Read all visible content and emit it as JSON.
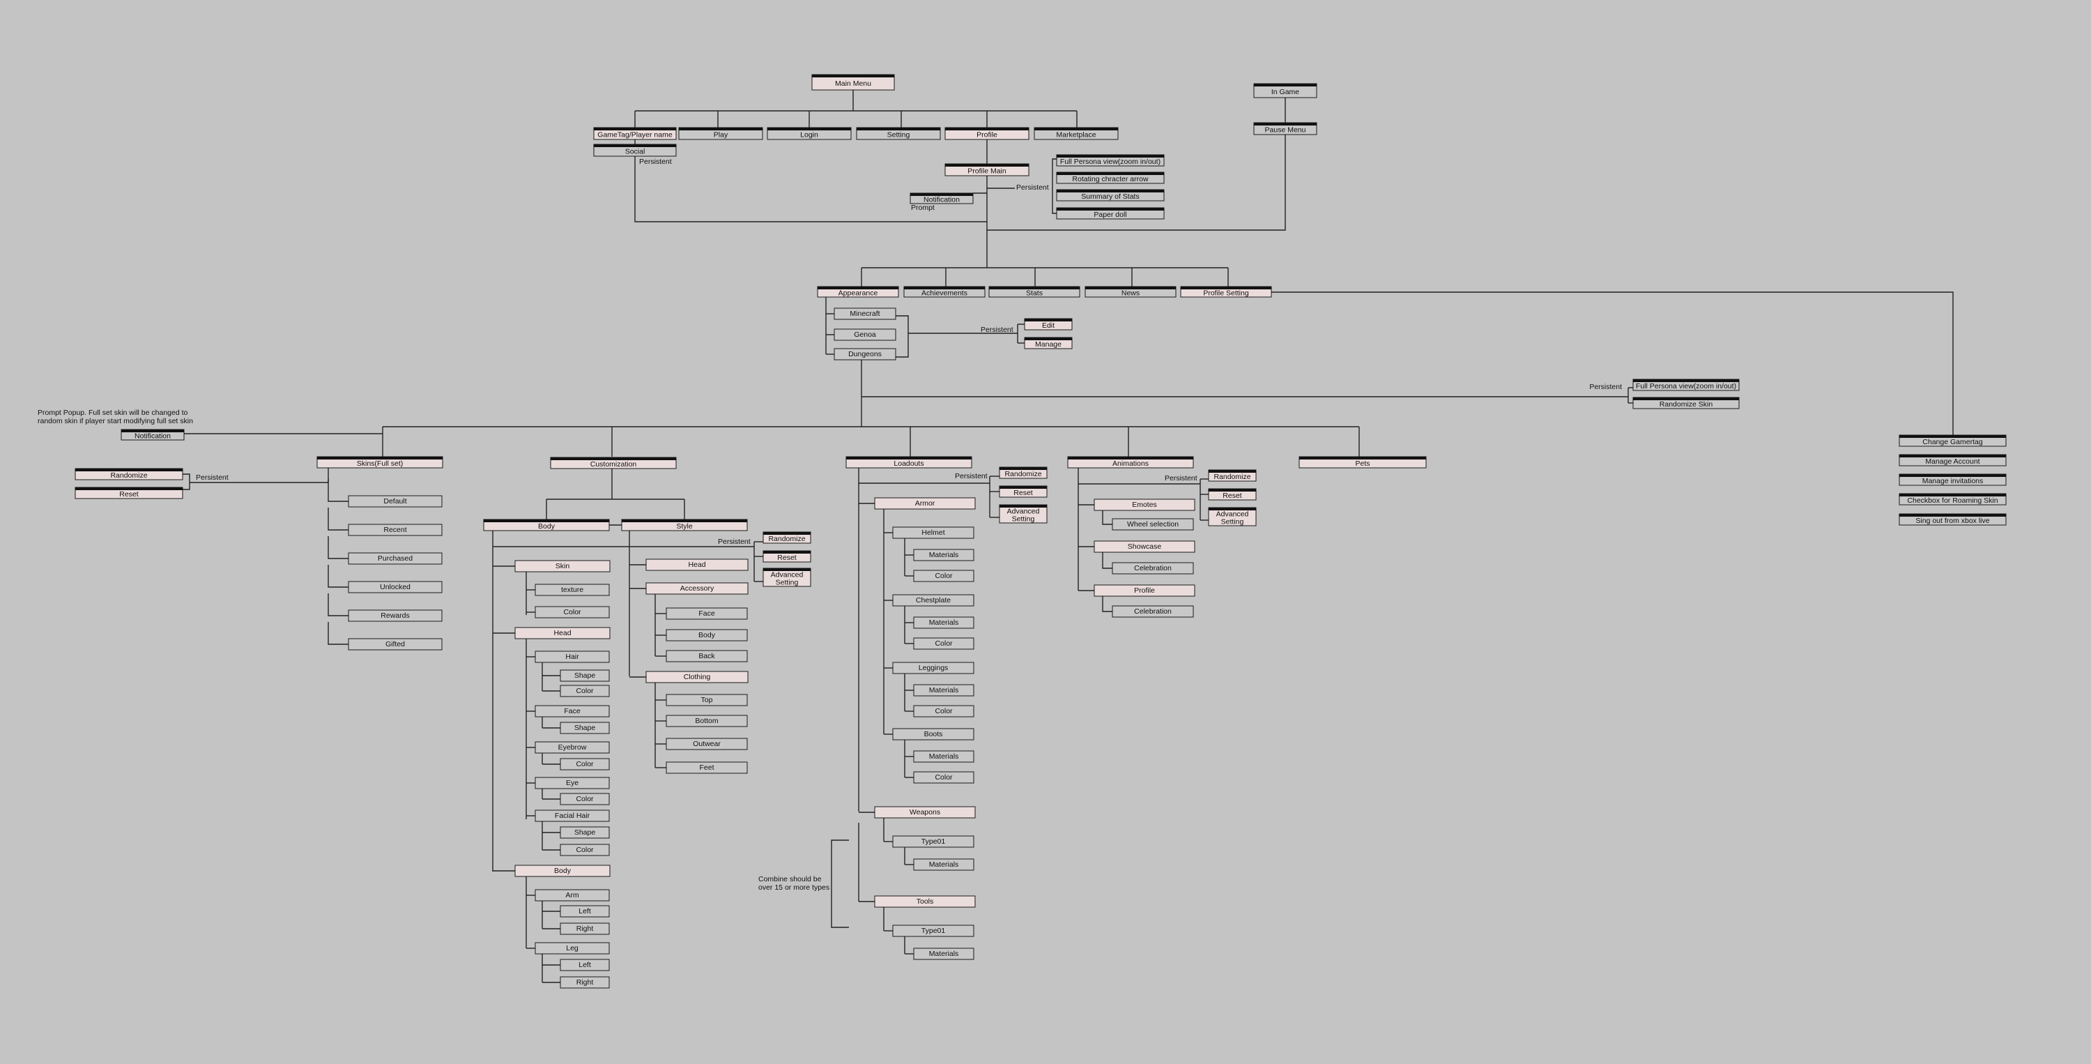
{
  "top": {
    "main_menu": "Main Menu",
    "gametag": "GameTag/Player name",
    "social": "Social",
    "play": "Play",
    "login": "Login",
    "setting": "Setting",
    "profile": "Profile",
    "marketplace": "Marketplace",
    "in_game": "In Game",
    "pause_menu": "Pause Menu",
    "profile_main": "Profile Main",
    "notification": "Notification",
    "full_persona": "Full Persona view(zoom in/out)",
    "rotating_arrow": "Rotating chracter arrow",
    "summary_stats": "Summary of Stats",
    "paper_doll": "Paper doll"
  },
  "profile_tabs": {
    "appearance": "Appearance",
    "achievements": "Achievements",
    "stats": "Stats",
    "news": "News",
    "profile_setting": "Profile Setting",
    "minecraft": "Minecraft",
    "genoa": "Genoa",
    "dungeons": "Dungeons",
    "edit": "Edit",
    "manage": "Manage",
    "full_persona": "Full Persona view(zoom in/out)",
    "randomize_skin": "Randomize Skin"
  },
  "profile_setting_items": [
    "Change Gamertag",
    "Manage Account",
    "Manage invitations",
    "Checkbox for Roaming Skin",
    "Sing out from xbox live"
  ],
  "skins": {
    "title": "Skins(Full set)",
    "randomize": "Randomize",
    "reset": "Reset",
    "notification": "Notification",
    "items": [
      "Default",
      "Recent",
      "Purchased",
      "Unlocked",
      "Rewards",
      "Gifted"
    ]
  },
  "custom": {
    "title": "Customization",
    "body": "Body",
    "style": "Style",
    "randomize": "Randomize",
    "reset": "Reset",
    "advanced": "Advanced Setting",
    "skin": "Skin",
    "texture": "texture",
    "color": "Color",
    "head": "Head",
    "hair": "Hair",
    "shape": "Shape",
    "face": "Face",
    "eyebrow": "Eyebrow",
    "eye": "Eye",
    "facial_hair": "Facial Hair",
    "arm": "Arm",
    "leg": "Leg",
    "left": "Left",
    "right": "Right",
    "accessory": "Accessory",
    "back": "Back",
    "clothing": "Clothing",
    "top": "Top",
    "bottom": "Bottom",
    "outwear": "Outwear",
    "feet": "Feet"
  },
  "loadouts": {
    "title": "Loadouts",
    "randomize": "Randomize",
    "reset": "Reset",
    "advanced": "Advanced Setting",
    "armor": "Armor",
    "helmet": "Helmet",
    "chestplate": "Chestplate",
    "leggings": "Leggings",
    "boots": "Boots",
    "materials": "Materials",
    "color": "Color",
    "weapons": "Weapons",
    "tools": "Tools",
    "type01": "Type01"
  },
  "animations": {
    "title": "Animations",
    "randomize": "Randomize",
    "reset": "Reset",
    "advanced": "Advanced Setting",
    "emotes": "Emotes",
    "wheel": "Wheel selection",
    "showcase": "Showcase",
    "celebration": "Celebration",
    "profile": "Profile"
  },
  "pets": {
    "title": "Pets"
  },
  "notes": {
    "persistent": "Persistent",
    "prompt": "Prompt",
    "prompt_popup_line1": "Prompt Popup. Full set skin will be changed to",
    "prompt_popup_line2": "random skin if player start modifying full set skin",
    "combine_line1": "Combine should be",
    "combine_line2": "over 15 or more types"
  },
  "colors": {
    "background": "#c4c4c4",
    "box": "#c8c8c8",
    "highlight": "#ebdcdc",
    "line": "#222222"
  }
}
